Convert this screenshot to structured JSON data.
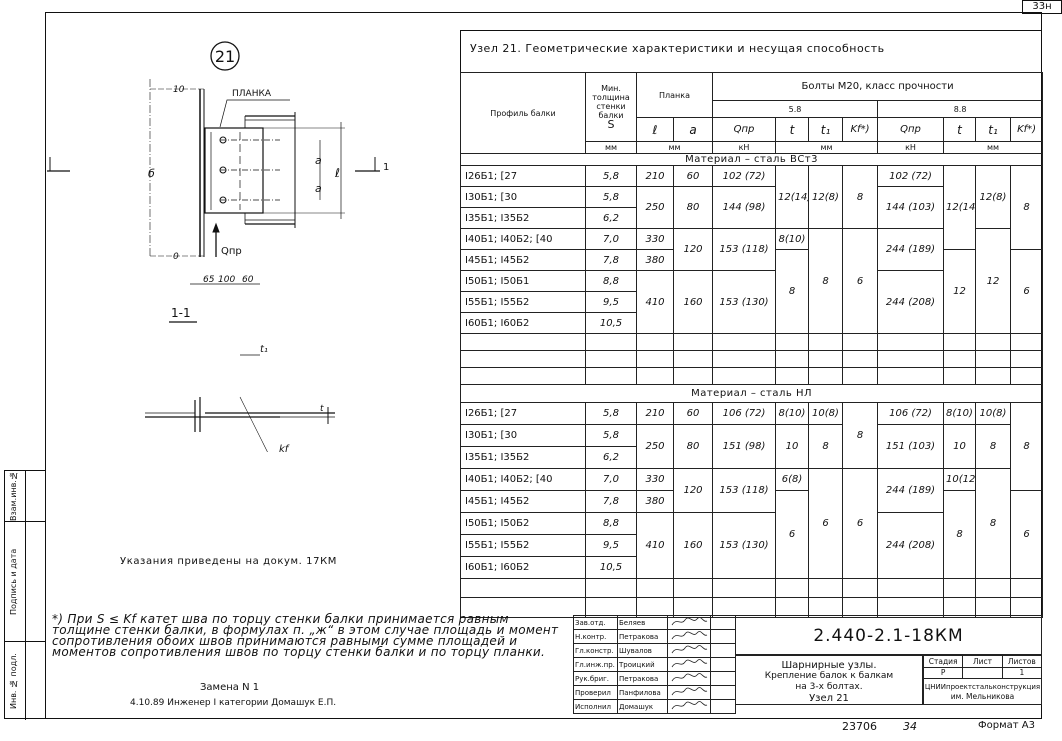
{
  "sheet_corner": "33н",
  "left_strip": {
    "inv_podl": "Инв. № подл.",
    "podpis": "Подпись и дата",
    "vzam": "Взам.инв.№"
  },
  "drawing": {
    "node_number": "21",
    "planka_label": "ПЛАНКА",
    "section_mark": "1",
    "force_label": "Qпр",
    "dim_b": "б",
    "dim_a": "a",
    "dim_l": "ℓ",
    "dim_10": "10",
    "dims_bottom": [
      "65",
      "100",
      "60"
    ],
    "section_title": "1-1",
    "t1_label": "t₁",
    "kf_label": "kf",
    "t_label": "t"
  },
  "instruction": "Указания приведены на докум. 17КМ",
  "table": {
    "title": "Узел 21. Геометрические  характеристики и несущая способность",
    "headers": {
      "profile": "Профиль балки",
      "min_thickness": "Мин. толщина стенки балки",
      "s_symbol": "S",
      "planka": "Планка",
      "l": "ℓ",
      "a": "a",
      "bolts": "Болты М20, класс прочности",
      "class58": "5.8",
      "class88": "8.8",
      "q": "Qпр",
      "t": "t",
      "t1": "t₁",
      "kf": "Kf*)",
      "unit_mm": "мм",
      "unit_kn": "кН"
    },
    "sections": [
      {
        "material": "Материал – сталь ВСт3",
        "profile": [
          "I26Б1; [27",
          "I30Б1; [30",
          "I35Б1; I35Б2",
          "I40Б1; I40Б2; [40",
          "I45Б1; I45Б2",
          "I50Б1; I50Б1",
          "I55Б1; I55Б2",
          "I60Б1; I60Б2"
        ],
        "s": [
          "5,8",
          "5,8",
          "6,2",
          "7,0",
          "7,8",
          "8,8",
          "9,5",
          "10,5"
        ],
        "l": [
          "210",
          "250",
          "330",
          "380",
          "410"
        ],
        "a": [
          "60",
          "80",
          "120",
          "160"
        ],
        "q58": [
          "102 (72)",
          "144 (98)",
          "153 (118)",
          "153 (130)"
        ],
        "t58": [
          "12(14)",
          "8(10)",
          "8"
        ],
        "t158": [
          "12(8)",
          "8"
        ],
        "kf58": [
          "8",
          "6"
        ],
        "q88": [
          "102 (72)",
          "144 (103)",
          "244 (189)",
          "244 (208)"
        ],
        "t88": [
          "12(14)",
          "12"
        ],
        "t188": [
          "12(8)",
          "12"
        ],
        "kf88": [
          "8",
          "6"
        ]
      },
      {
        "material": "Материал – сталь НЛ",
        "profile": [
          "I26Б1; [27",
          "I30Б1; [30",
          "I35Б1; I35Б2",
          "I40Б1; I40Б2; [40",
          "I45Б1; I45Б2",
          "I50Б1; I50Б2",
          "I55Б1; I55Б2",
          "I60Б1; I60Б2"
        ],
        "s": [
          "5,8",
          "5,8",
          "6,2",
          "7,0",
          "7,8",
          "8,8",
          "9,5",
          "10,5"
        ],
        "l": [
          "210",
          "250",
          "330",
          "380",
          "410"
        ],
        "a": [
          "60",
          "80",
          "120",
          "160"
        ],
        "q58": [
          "106 (72)",
          "151 (98)",
          "153 (118)",
          "153 (130)"
        ],
        "t58": [
          "8(10)",
          "10",
          "6(8)",
          "6"
        ],
        "t158": [
          "10(8)",
          "8",
          "6"
        ],
        "kf58": [
          "8",
          "6"
        ],
        "q88": [
          "106 (72)",
          "151 (103)",
          "244 (189)",
          "244 (208)"
        ],
        "t88": [
          "8(10)",
          "10",
          "10(12)",
          "8"
        ],
        "t188": [
          "10(8)",
          "8",
          "8"
        ],
        "kf88": [
          "8",
          "6"
        ]
      }
    ]
  },
  "note": "*) При S ≤ Kf  катет шва по торцу стенки балки принимается равным толщине стенки балки, в формулах п. „ж“ в этом случае площадь и момент сопротивления обоих швов принимаются равными сумме площадей и моментов сопротивления швов по торцу стенки балки и по торцу планки.",
  "revision": {
    "title": "Замена  N 1",
    "line": "4.10.89   Инженер I категории Домашук Е.П."
  },
  "title_block": {
    "signatures": [
      {
        "role": "Зав.отд.",
        "name": "Беляев"
      },
      {
        "role": "Н.контр.",
        "name": "Петракова"
      },
      {
        "role": "Гл.констр.",
        "name": "Шувалов"
      },
      {
        "role": "Гл.инж.пр.",
        "name": "Троицкий"
      },
      {
        "role": "Рук.бриг.",
        "name": "Петракова"
      },
      {
        "role": "Проверил",
        "name": "Панфилова"
      },
      {
        "role": "Исполнил",
        "name": "Домашук"
      }
    ],
    "code": "2.440-2.1-18КМ",
    "description": [
      "Шарнирные узлы.",
      "Крепление балок к балкам",
      "на 3-х болтах.",
      "Узел 21"
    ],
    "stage_label": "Стадия",
    "sheet_label": "Лист",
    "sheets_label": "Листов",
    "stage": "Р",
    "sheet": "",
    "sheets": "1",
    "organization": [
      "ЦНИИпроектстальконструкция",
      "им. Мельникова"
    ]
  },
  "footer": {
    "number": "23706",
    "page": "34",
    "format": "Формат А3"
  }
}
